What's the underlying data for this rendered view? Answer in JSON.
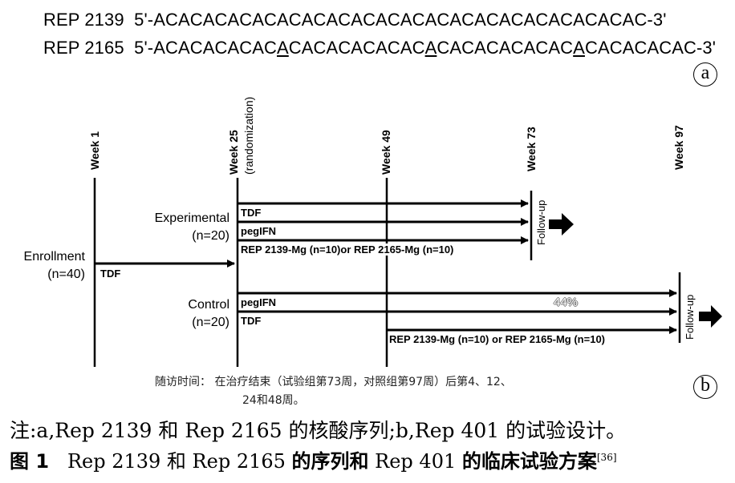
{
  "sequences": [
    {
      "name": "REP 2139",
      "sequence": "5'-ACACACACACACACACACACACACACACACACACACACAC-3'"
    },
    {
      "name": "REP 2165",
      "sequence_parts": [
        "5'-ACACACACAC",
        "A",
        "CACACACACAC",
        "A",
        "CACACACACAC",
        "A",
        "CACACACAC-3'"
      ]
    }
  ],
  "panel_labels": {
    "a": "a",
    "b": "b"
  },
  "weeks": {
    "w1": "Week 1",
    "w25": "Week 25",
    "w25_sub": "(randomization)",
    "w49": "Week 49",
    "w73": "Week 73",
    "w97": "Week 97"
  },
  "groups": {
    "enrollment": [
      "Enrollment",
      "(n=40)"
    ],
    "experimental": [
      "Experimental",
      "(n=20)"
    ],
    "control": [
      "Control",
      "(n=20)"
    ]
  },
  "arms": {
    "enroll_tdf": "TDF",
    "exp_tdf": "TDF",
    "exp_pegifn": "pegIFN",
    "exp_rep": "REP 2139-Mg (n=10)or REP 2165-Mg (n=10)",
    "ctl_pegifn": "pegIFN",
    "ctl_tdf": "TDF",
    "ctl_rep": "REP 2139-Mg (n=10) or REP 2165-Mg (n=10)"
  },
  "followup": {
    "exp": "Follow-up",
    "ctl": "Follow-up"
  },
  "overlay_percent": "44%",
  "note_cn": [
    "随访时间：  在治疗结束（试验组第73周，对照组第97周）后第4、12、",
    "24和48周。"
  ],
  "caption": {
    "note": "注:a,Rep 2139 和 Rep 2165 的核酸序列;b,Rep 401 的试验设计。",
    "fig_label": "图 1",
    "fig_title_a": "Rep 2139 和 Rep 2165 ",
    "fig_title_b": "的序列和",
    "fig_title_c": " Rep 401 ",
    "fig_title_d": "的临床试验方案",
    "ref": "[36]"
  }
}
